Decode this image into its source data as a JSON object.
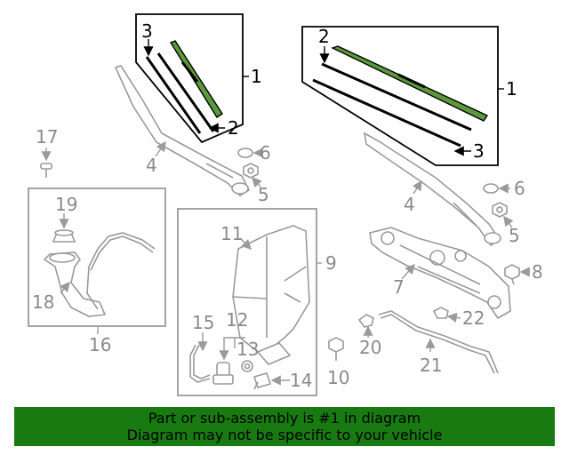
{
  "callouts": {
    "c1a": "1",
    "c1b": "1",
    "c2a": "2",
    "c2b": "2",
    "c3a": "3",
    "c3b": "3",
    "c4a": "4",
    "c4b": "4",
    "c5a": "5",
    "c5b": "5",
    "c6a": "6",
    "c6b": "6",
    "c7": "7",
    "c8": "8",
    "c9": "9",
    "c10": "10",
    "c11": "11",
    "c12": "12",
    "c13": "13",
    "c14": "14",
    "c15": "15",
    "c16": "16",
    "c17": "17",
    "c18": "18",
    "c19": "19",
    "c20": "20",
    "c21": "21",
    "c22": "22"
  },
  "banner": {
    "line1": "Part or sub-assembly is #1 in diagram",
    "line2": "Diagram may not be specific to your vehicle"
  },
  "colors": {
    "highlight": "#5a9a3a",
    "banner": "#1a7a12",
    "parts": "#9a9a9a"
  }
}
